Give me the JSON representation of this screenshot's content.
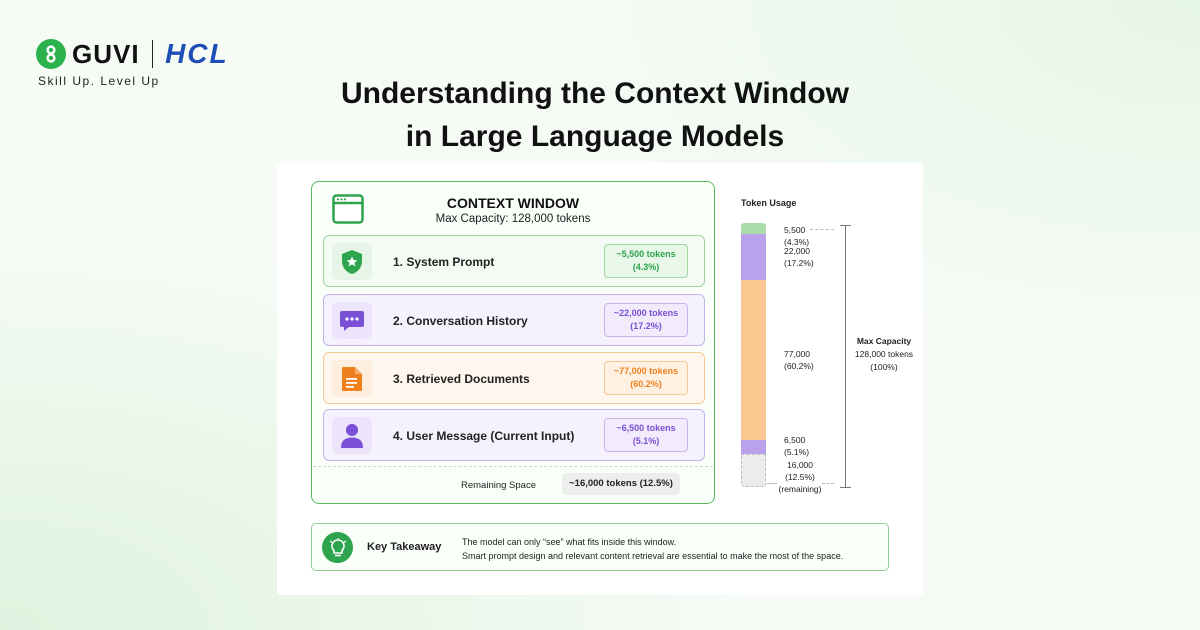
{
  "brand": {
    "guvi": "GUVI",
    "hcl": "HCL",
    "tagline": "Skill Up. Level Up"
  },
  "title": {
    "line1": "Understanding the Context Window",
    "line2": "in Large Language Models"
  },
  "context_window": {
    "title": "CONTEXT WINDOW",
    "subtitle": "Max Capacity: 128,000 tokens",
    "items": [
      {
        "label": "1. System Prompt",
        "badge_tokens": "~5,500 tokens",
        "badge_pct": "(4.3%)",
        "icon": "shield-star-icon",
        "accent": "#2ea44f",
        "bg": "#f4fbf4",
        "border": "#9fd69f"
      },
      {
        "label": "2. Conversation History",
        "badge_tokens": "~22,000 tokens",
        "badge_pct": "(17.2%)",
        "icon": "chat-bubble-icon",
        "accent": "#7b4fd6",
        "bg": "#f6f2fd",
        "border": "#c7b4ee"
      },
      {
        "label": "3. Retrieved Documents",
        "badge_tokens": "~77,000 tokens",
        "badge_pct": "(60.2%)",
        "icon": "document-icon",
        "accent": "#f0801e",
        "bg": "#fff7ee",
        "border": "#f6c997"
      },
      {
        "label": "4. User Message (Current Input)",
        "badge_tokens": "~6,500 tokens",
        "badge_pct": "(5.1%)",
        "icon": "user-icon",
        "accent": "#7b4fd6",
        "bg": "#f6f2fd",
        "border": "#c7b4ee"
      }
    ],
    "remaining_label": "Remaining Space",
    "remaining_value": "~16,000 tokens (12.5%)"
  },
  "token_usage": {
    "title": "Token Usage",
    "segments": [
      {
        "value": "5,500",
        "pct": "(4.3%)",
        "extra": "",
        "fraction": 0.043,
        "color": "#a8dca8"
      },
      {
        "value": "22,000",
        "pct": "(17.2%)",
        "extra": "",
        "fraction": 0.172,
        "color": "#b9a1ec"
      },
      {
        "value": "77,000",
        "pct": "(60.2%)",
        "extra": "",
        "fraction": 0.602,
        "color": "#fbc791"
      },
      {
        "value": "6,500",
        "pct": "(5.1%)",
        "extra": "",
        "fraction": 0.051,
        "color": "#b9a1ec"
      },
      {
        "value": "16,000",
        "pct": "(12.5%)",
        "extra": "(remaining)",
        "fraction": 0.125,
        "color": "#ececec"
      }
    ],
    "max_label": "Max Capacity",
    "max_tokens": "128,000 tokens",
    "max_pct": "(100%)"
  },
  "takeaway": {
    "title": "Key Takeaway",
    "line1": "The model can only “see” what fits inside this window.",
    "line2": "Smart prompt design and relevant content retrieval are essential to make the most of the space.",
    "icon": "lightbulb-icon"
  }
}
